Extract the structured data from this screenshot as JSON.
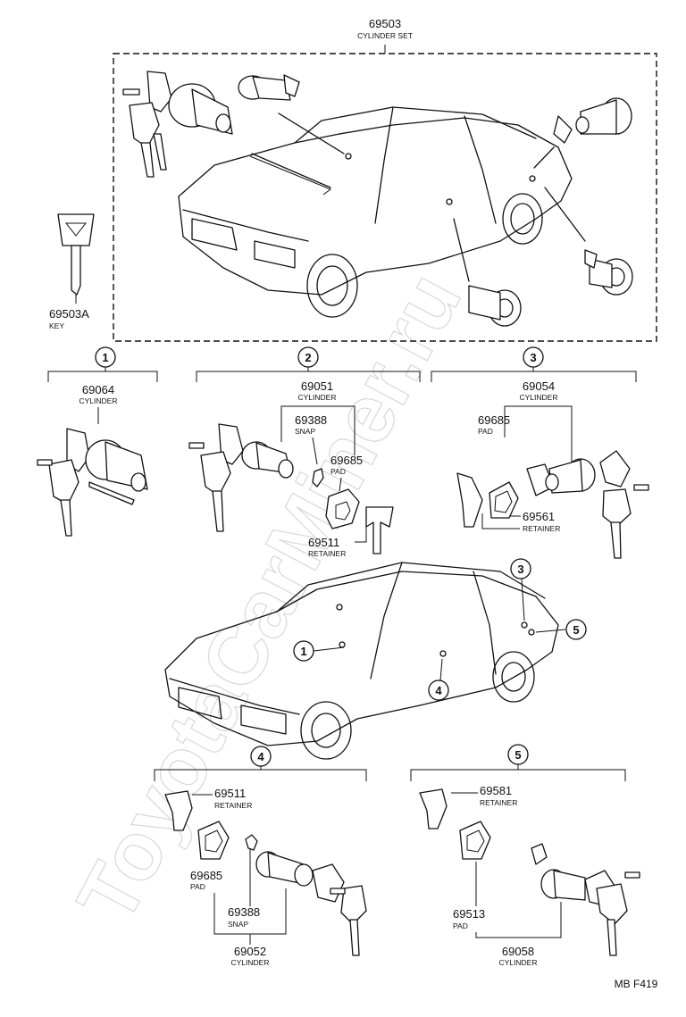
{
  "parts": {
    "cylinder_set": {
      "number": "69503",
      "name": "CYLINDER SET"
    },
    "key": {
      "number": "69503A",
      "name": "KEY"
    },
    "cyl_69064": {
      "number": "69064",
      "name": "CYLINDER"
    },
    "cyl_69051": {
      "number": "69051",
      "name": "CYLINDER"
    },
    "snap_69388_a": {
      "number": "69388",
      "name": "SNAP"
    },
    "pad_69685_a": {
      "number": "69685",
      "name": "PAD"
    },
    "ret_69511_a": {
      "number": "69511",
      "name": "RETAINER"
    },
    "cyl_69054": {
      "number": "69054",
      "name": "CYLINDER"
    },
    "pad_69685_b": {
      "number": "69685",
      "name": "PAD"
    },
    "ret_69561": {
      "number": "69561",
      "name": "RETAINER"
    },
    "ret_69511_b": {
      "number": "69511",
      "name": "RETAINER"
    },
    "pad_69685_c": {
      "number": "69685",
      "name": "PAD"
    },
    "snap_69388_b": {
      "number": "69388",
      "name": "SNAP"
    },
    "cyl_69052": {
      "number": "69052",
      "name": "CYLINDER"
    },
    "ret_69581": {
      "number": "69581",
      "name": "RETAINER"
    },
    "pad_69513": {
      "number": "69513",
      "name": "PAD"
    },
    "cyl_69058": {
      "number": "69058",
      "name": "CYLINDER"
    }
  },
  "callouts": [
    "1",
    "2",
    "3",
    "4",
    "5"
  ],
  "figure_code": "MB  F419",
  "watermark": "ToyotaCarMiner.ru"
}
